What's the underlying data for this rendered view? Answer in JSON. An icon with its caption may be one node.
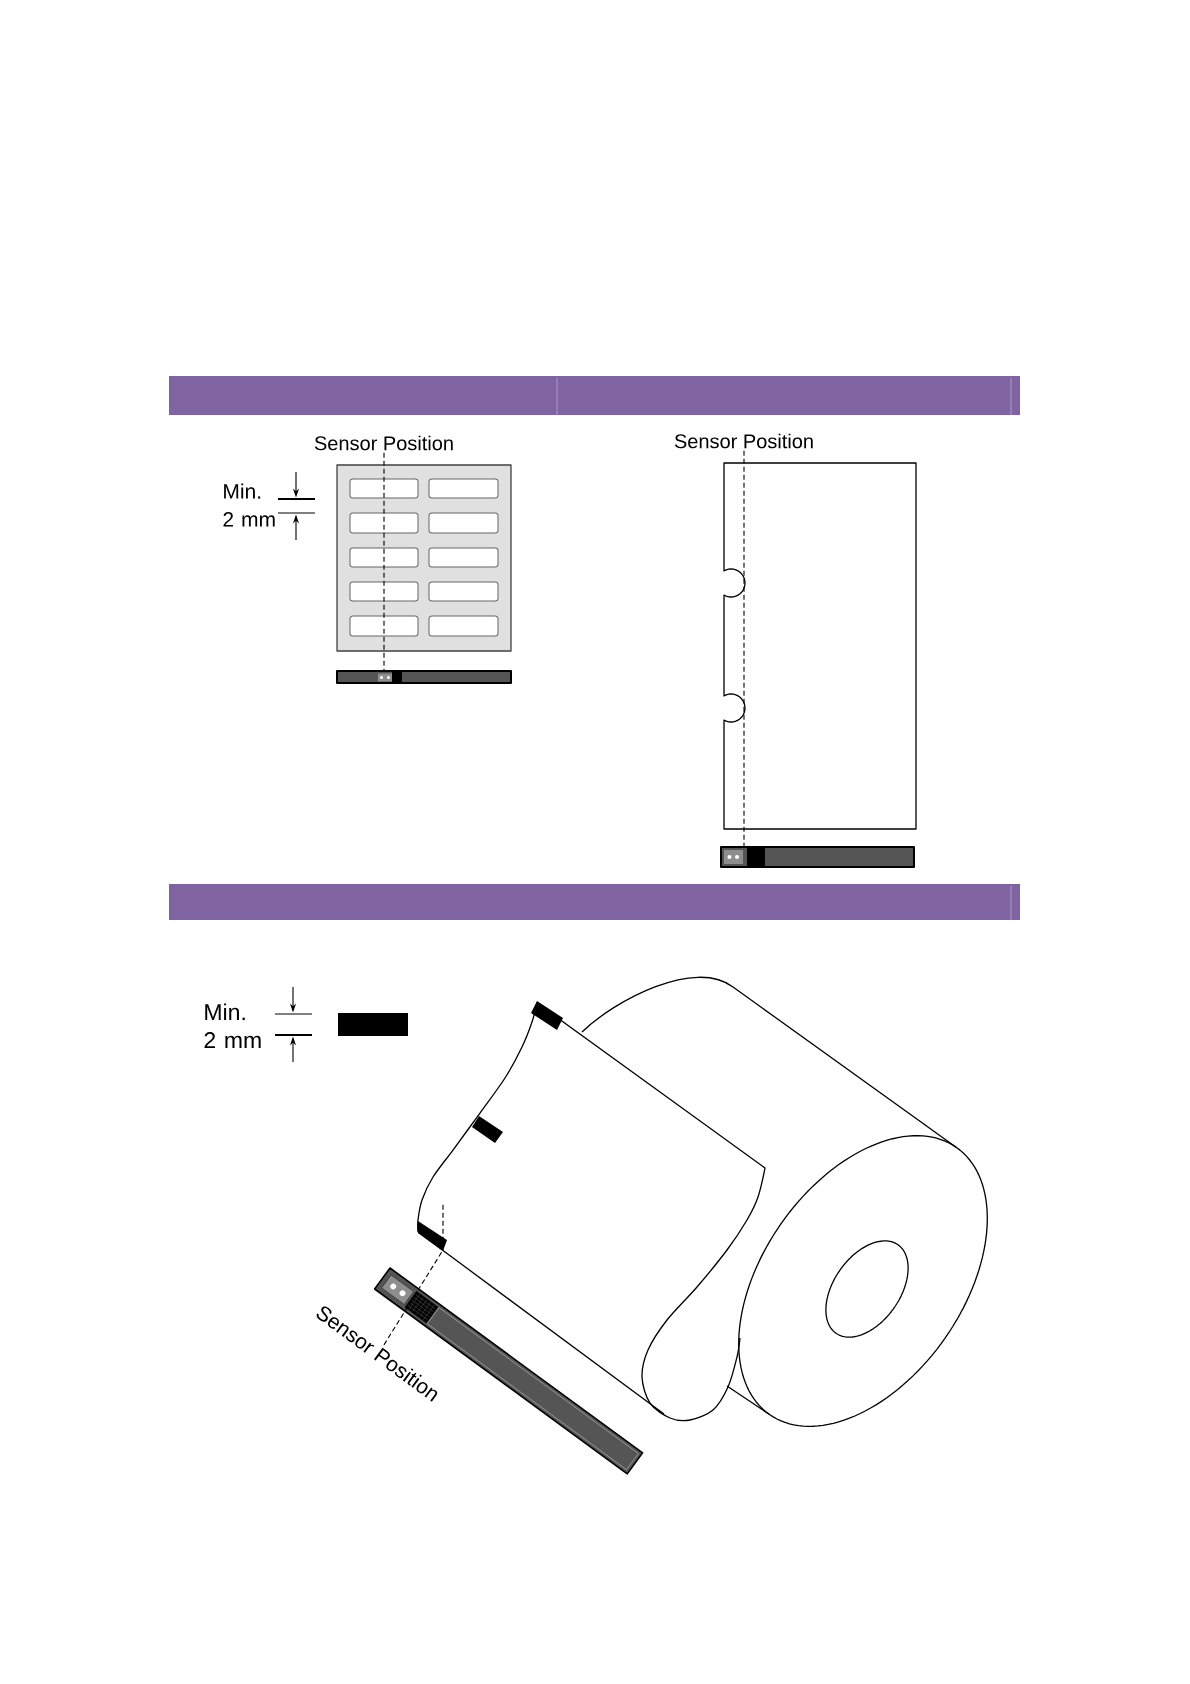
{
  "diagram": {
    "nodes": [
      {
        "text": [
          "Sensor Position"
        ]
      },
      {
        "text": [],
        "shape": "bar"
      },
      {
        "text": [
          "Sensor Position"
        ]
      },
      {
        "text": [],
        "shape": "bar"
      },
      {
        "text": [
          "Sensor Position"
        ]
      }
    ],
    "edges": [
      {
        "from": 0,
        "to": 1,
        "arrow": "none",
        "style": "dashed"
      },
      {
        "from": 2,
        "to": 3,
        "arrow": "none",
        "style": "dashed"
      },
      {
        "from": 4,
        "to": null,
        "arrow": "none",
        "style": "dashed"
      }
    ],
    "labels": [
      "Min. 2 mm",
      "Min. 2 mm"
    ]
  }
}
